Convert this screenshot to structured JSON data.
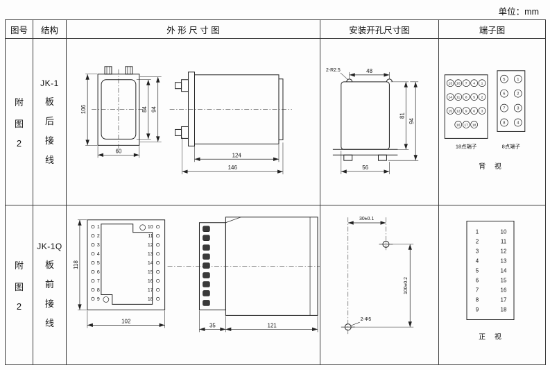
{
  "unit_label": "单位：mm",
  "header": {
    "fig": "图号",
    "struct": "结构",
    "outline": "外 形 尺 寸 图",
    "mounting": "安装开孔尺寸图",
    "terminal": "端子图"
  },
  "row1": {
    "fig": [
      "附",
      "图",
      "2"
    ],
    "model": "JK-1",
    "wiring": [
      "板",
      "后",
      "接",
      "线"
    ],
    "outline": {
      "h106": "106",
      "h84": "84",
      "h94": "94",
      "w60": "60",
      "l124": "124",
      "l146": "146"
    },
    "mounting": {
      "radius": "2-R2.5",
      "w48": "48",
      "h81": "81",
      "h94": "94",
      "w56": "56"
    },
    "terminal": {
      "label18": "18点端子",
      "label8": "8点端子",
      "view": "背  视",
      "t18": [
        "13",
        "10",
        "7",
        "4",
        "1",
        "14",
        "11",
        "8",
        "5",
        "2",
        "15",
        "12",
        "9",
        "6",
        "3",
        "16",
        "17",
        "18"
      ],
      "t8": [
        "5",
        "1",
        "6",
        "2",
        "7",
        "3",
        "8",
        "4"
      ]
    }
  },
  "row2": {
    "fig": [
      "附",
      "图",
      "2"
    ],
    "model": "JK-1Q",
    "wiring": [
      "板",
      "前",
      "接",
      "线"
    ],
    "outline": {
      "h118": "118",
      "w102": "102",
      "w35": "35",
      "l121": "121",
      "left": [
        "1",
        "2",
        "3",
        "4",
        "5",
        "6",
        "7",
        "8",
        "9"
      ],
      "right": [
        "10",
        "11",
        "12",
        "13",
        "14",
        "15",
        "16",
        "17",
        "18"
      ]
    },
    "mounting": {
      "w30": "30±0.1",
      "h100": "100±0.2",
      "holes": "2-Φ5"
    },
    "terminal": {
      "left": [
        "1",
        "2",
        "3",
        "4",
        "5",
        "6",
        "7",
        "8",
        "9"
      ],
      "right": [
        "10",
        "11",
        "12",
        "13",
        "14",
        "15",
        "16",
        "17",
        "18"
      ],
      "view": "正  视"
    }
  }
}
